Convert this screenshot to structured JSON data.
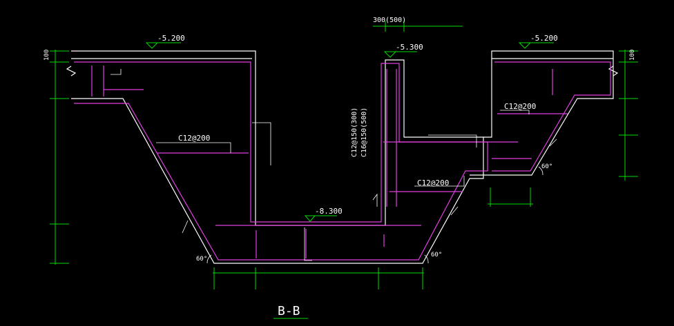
{
  "colors": {
    "background": "#000000",
    "outline": "#ffffff",
    "rebar": "#e040e0",
    "dimension": "#00dd00",
    "elevation_mark": "#00dd00",
    "text": "#ffffff"
  },
  "elevations": {
    "top_left": "-5.200",
    "top_right": "-5.200",
    "mid": "-5.300",
    "bottom": "-8.300"
  },
  "rebar_labels": {
    "left_wall": "C12@200",
    "right_upper": "C12@200",
    "center": "C12@200",
    "vertical_a": "C12@150(300)",
    "vertical_b": "C16@150(500)"
  },
  "angles": {
    "left": "60°",
    "right_low": "60°",
    "right_high": "60°"
  },
  "dimensions": {
    "top_width": "300(500)",
    "left_top": "100",
    "right_top": "100"
  },
  "section_title": "B-B"
}
